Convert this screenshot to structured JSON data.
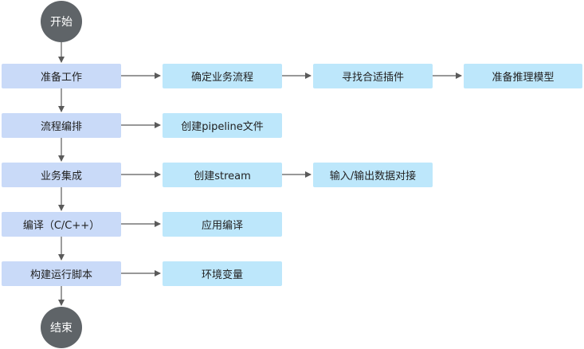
{
  "start": "开始",
  "end": "结束",
  "steps": [
    {
      "label": "准备工作",
      "details": [
        "确定业务流程",
        "寻找合适插件",
        "准备推理模型"
      ]
    },
    {
      "label": "流程编排",
      "details": [
        "创建pipeline文件"
      ]
    },
    {
      "label": "业务集成",
      "details": [
        "创建stream",
        "输入/输出数据对接"
      ]
    },
    {
      "label": "编译（C/C++）",
      "details": [
        "应用编译"
      ]
    },
    {
      "label": "构建运行脚本",
      "details": [
        "环境变量"
      ]
    }
  ],
  "colors": {
    "main_step": "#c9daf8",
    "detail_step": "#bde7fb",
    "terminal": "#5f6468",
    "arrow": "#5a5a5a"
  }
}
